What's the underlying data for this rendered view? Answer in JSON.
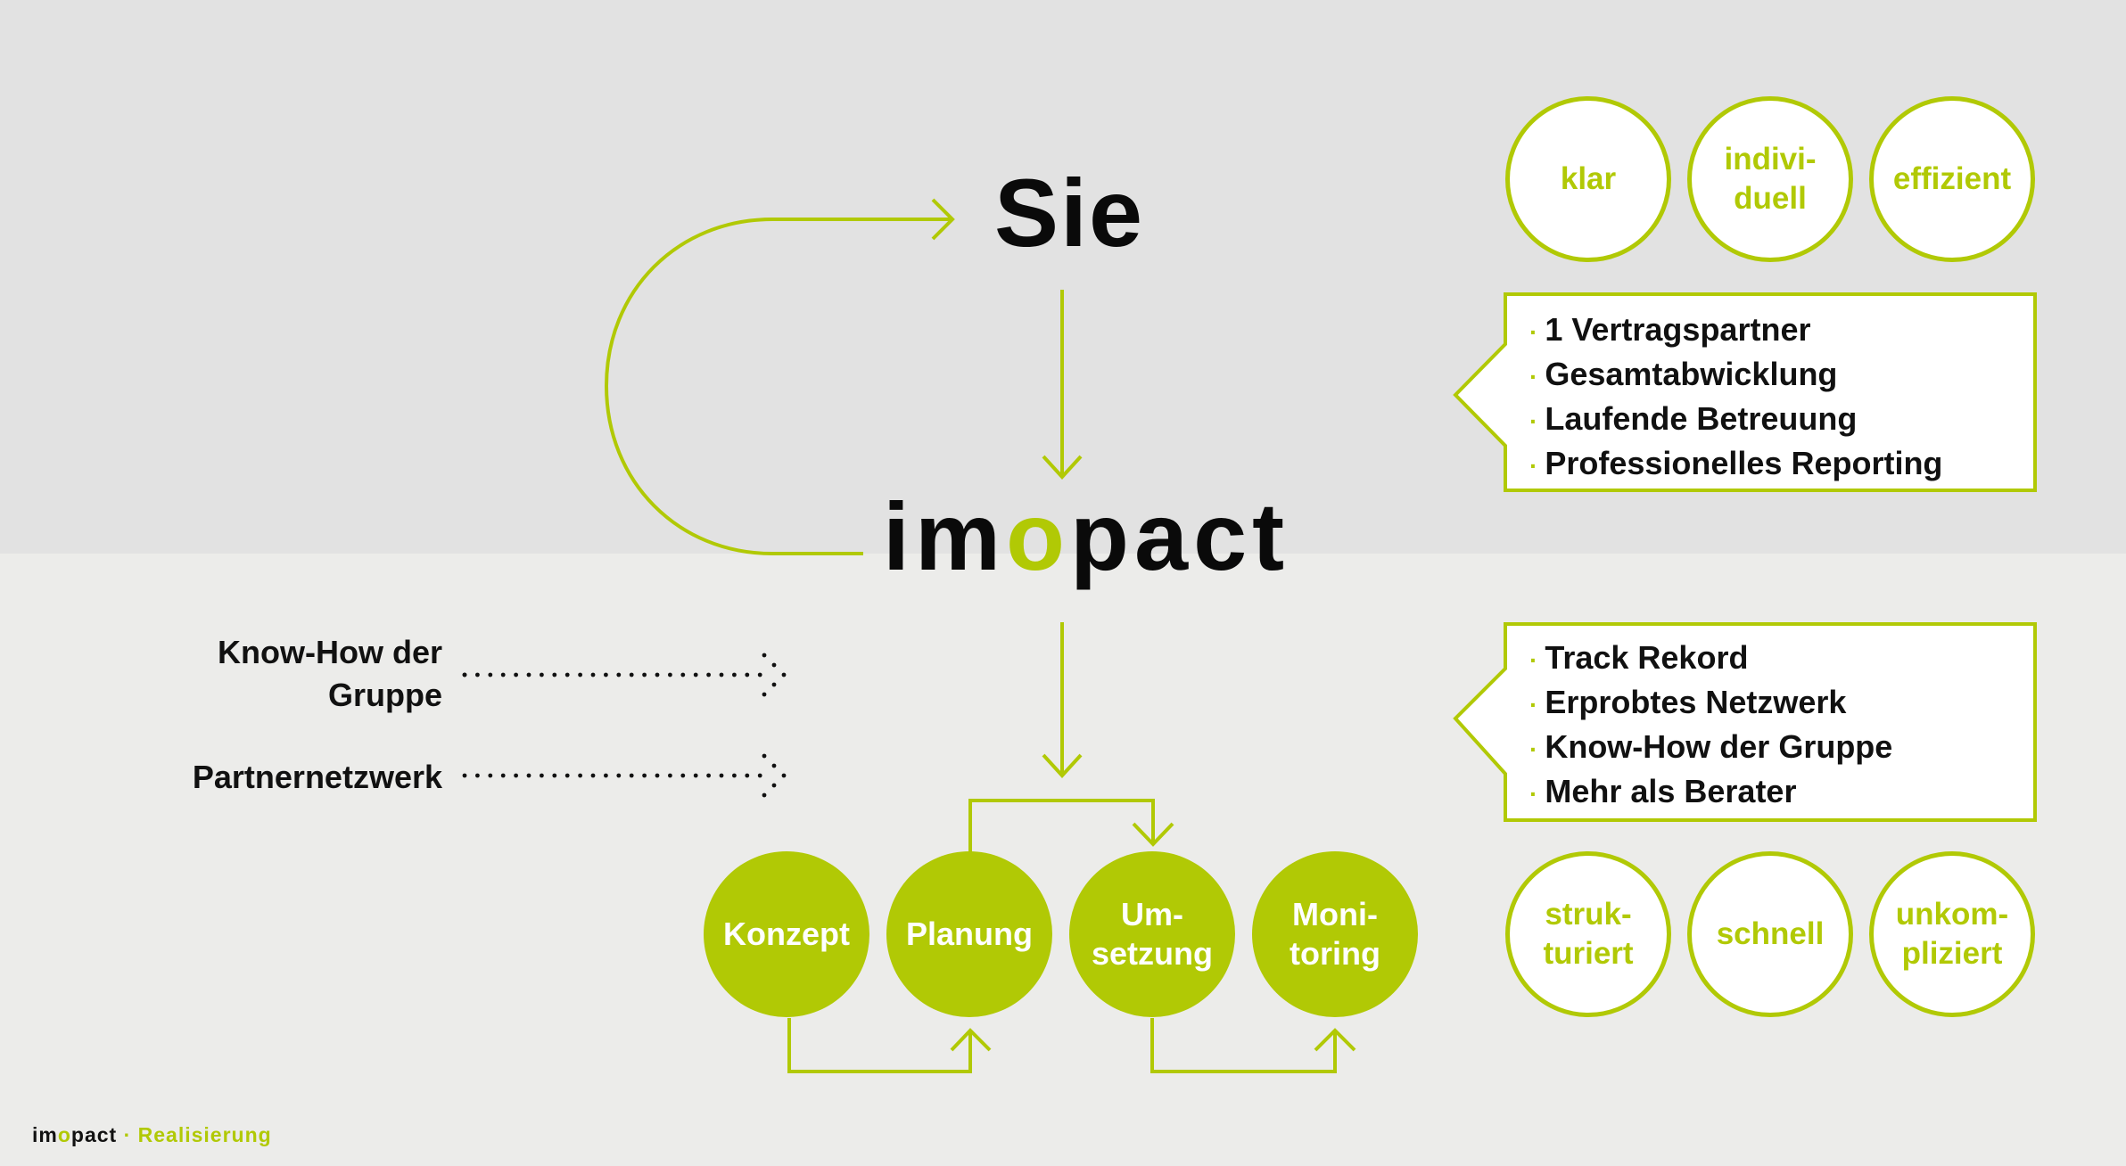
{
  "colors": {
    "accent": "#b1c905",
    "text": "#111111",
    "bg_top": "#e2e2e2",
    "bg_bottom": "#ececea"
  },
  "top": {
    "client_label": "Sie"
  },
  "logo": {
    "prefix": "im",
    "highlight": "o",
    "suffix": "pact"
  },
  "inputs": [
    {
      "line1": "Know-How der",
      "line2": "Gruppe"
    },
    {
      "line1": "Partnernetzwerk",
      "line2": ""
    }
  ],
  "steps": [
    {
      "line1": "Konzept",
      "line2": ""
    },
    {
      "line1": "Planung",
      "line2": ""
    },
    {
      "line1": "Um-",
      "line2": "setzung"
    },
    {
      "line1": "Moni-",
      "line2": "toring"
    }
  ],
  "qualities_top": [
    {
      "line1": "klar",
      "line2": ""
    },
    {
      "line1": "indivi-",
      "line2": "duell"
    },
    {
      "line1": "effizient",
      "line2": ""
    }
  ],
  "callout_top": {
    "bullet": "·",
    "items": [
      "1 Vertragspartner",
      "Gesamtabwicklung",
      "Laufende Betreuung",
      "Professionelles Reporting"
    ]
  },
  "callout_bottom": {
    "bullet": "·",
    "items": [
      "Track Rekord",
      "Erprobtes Netzwerk",
      "Know-How der Gruppe",
      "Mehr als Berater"
    ]
  },
  "qualities_bottom": [
    {
      "line1": "struk-",
      "line2": "turiert"
    },
    {
      "line1": "schnell",
      "line2": ""
    },
    {
      "line1": "unkom-",
      "line2": "pliziert"
    }
  ],
  "footer": {
    "brand_prefix": "im",
    "brand_highlight": "o",
    "brand_suffix": "pact",
    "separator": " · ",
    "section": "Realisierung"
  }
}
